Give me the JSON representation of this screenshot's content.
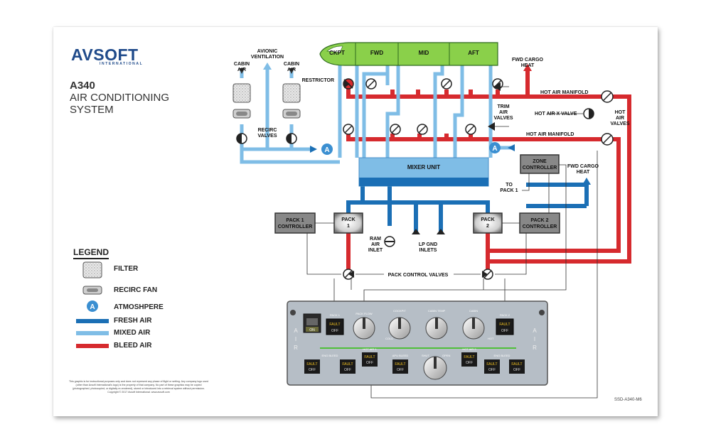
{
  "brand": {
    "name": "AVSOFT",
    "sub": "INTERNATIONAL"
  },
  "title": {
    "model": "A340",
    "system": "AIR CONDITIONING SYSTEM"
  },
  "legend": {
    "heading": "LEGEND",
    "items": [
      {
        "label": "FILTER"
      },
      {
        "label": "RECIRC FAN"
      },
      {
        "label": "ATMOSHPERE"
      },
      {
        "label": "FRESH AIR",
        "color": "#1b6fb5"
      },
      {
        "label": "MIXED AIR",
        "color": "#7fbde6"
      },
      {
        "label": "BLEED AIR",
        "color": "#d62a2e"
      }
    ]
  },
  "zones": [
    "CKPT",
    "FWD",
    "MID",
    "AFT"
  ],
  "labels": {
    "avionic_ventilation": [
      "AVIONIC",
      "VENTILATION"
    ],
    "cabin_air_left": [
      "CABIN",
      "AIR"
    ],
    "cabin_air_right": [
      "CABIN",
      "AIR"
    ],
    "recirc_valves": [
      "RECIRC",
      "VALVES"
    ],
    "restrictor": "RESTRICTOR",
    "fwd_cargo_heat_top": [
      "FWD CARGO",
      "HEAT"
    ],
    "hot_air_manifold_top": "HOT AIR MANIFOLD",
    "trim_air_valves": [
      "TRIM",
      "AIR",
      "VALVES"
    ],
    "hot_air_x_valve": "HOT AIR X VALVE",
    "hot_air_valves": [
      "HOT",
      "AIR",
      "VALVES"
    ],
    "hot_air_manifold_bottom": "HOT AIR MANIFOLD",
    "mixer_unit": "MIXER UNIT",
    "zone_controller": [
      "ZONE",
      "CONTROLLER"
    ],
    "fwd_cargo_heat_mid": [
      "FWD CARGO",
      "HEAT"
    ],
    "to_pack1": [
      "TO",
      "PACK 1"
    ],
    "pack1_controller": [
      "PACK 1",
      "CONTROLLER"
    ],
    "pack2_controller": [
      "PACK 2",
      "CONTROLLER"
    ],
    "pack1": [
      "PACK",
      "1"
    ],
    "pack2": [
      "PACK",
      "2"
    ],
    "ram_air_inlet": [
      "RAM",
      "AIR",
      "INLET"
    ],
    "lp_gnd_inlets": [
      "LP GND",
      "INLETS"
    ],
    "pack_control_valves": "PACK CONTROL VALVES"
  },
  "panel": {
    "side_label": [
      "A",
      "I",
      "R"
    ],
    "on_label": "ON",
    "pack1_label": "PACK 1",
    "pack2_label": "PACK 2",
    "pack_flow_label": "PACK FLOW",
    "cockpit_label": "COCKPIT",
    "cabin_label": "CABIN",
    "cabin_temp_label": "CABIN TEMP",
    "cold_label": "COLD",
    "hot_label": "HOT",
    "hot_air1_label": "HOT AIR 1",
    "hot_air2_label": "HOT AIR 2",
    "eng_bleed_label": "ENG BLEED",
    "apu_bleed_label": "APU BLEED",
    "xbleed_label": "X BLEED",
    "fault": "FAULT",
    "off": "OFF",
    "shut": "SHUT",
    "open": "OPEN",
    "auto": "AUTO",
    "lo": "LO",
    "hi": "HI",
    "norm": "NORM",
    "n1": "1",
    "n2": "2",
    "n3": "3",
    "n4": "4"
  },
  "disclaimer": "This graphic is for instructional purposes only and does not represent any phase of flight or setting. Any company logo used (other than Avsoft International's logo) is the property of that company. No part of these graphics may be copied (photographed, photocopied, or digitally re-rendered), stored or introduced into a retrieval system without permission. Copyright © 2017 Avsoft International. www.avsoft.com",
  "ref_code": "SSD-A340-M6"
}
